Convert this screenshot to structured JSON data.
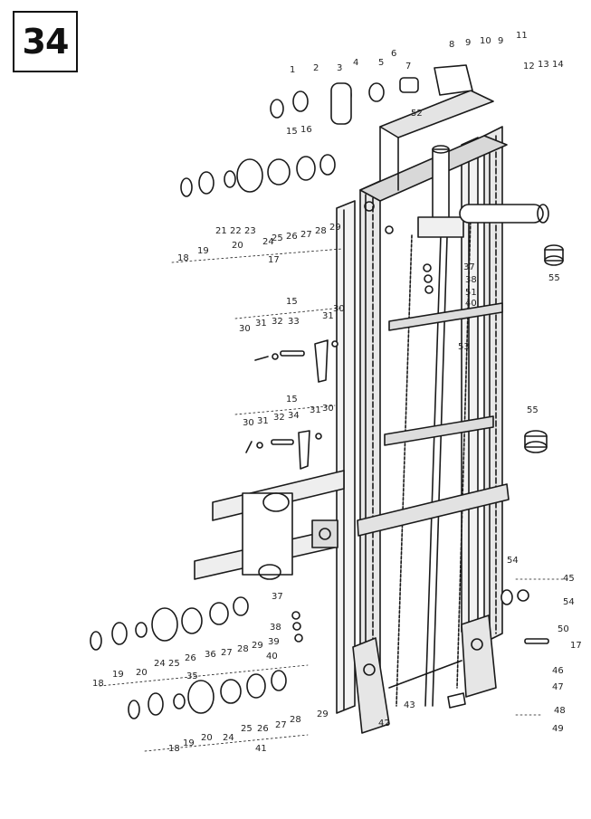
{
  "page_number": "34",
  "callouts": [
    "1",
    "2",
    "3",
    "4",
    "5",
    "6",
    "7",
    "8",
    "9",
    "10",
    "9",
    "11",
    "12",
    "13",
    "14",
    "52",
    "15",
    "16",
    "18",
    "19",
    "21",
    "22",
    "23",
    "24",
    "25",
    "26",
    "27",
    "28",
    "29",
    "20",
    "17",
    "37",
    "38",
    "51",
    "40",
    "55",
    "53",
    "15",
    "30",
    "31",
    "32",
    "33",
    "31",
    "30",
    "15",
    "30",
    "31",
    "32",
    "34",
    "31",
    "30",
    "55",
    "54",
    "45",
    "54",
    "50",
    "17",
    "37",
    "38",
    "39",
    "40",
    "18",
    "19",
    "20",
    "24",
    "25",
    "26",
    "36",
    "27",
    "28",
    "29",
    "35",
    "18",
    "19",
    "20",
    "24",
    "25",
    "26",
    "27",
    "28",
    "41",
    "29",
    "43",
    "42",
    "46",
    "47",
    "48",
    "49"
  ]
}
